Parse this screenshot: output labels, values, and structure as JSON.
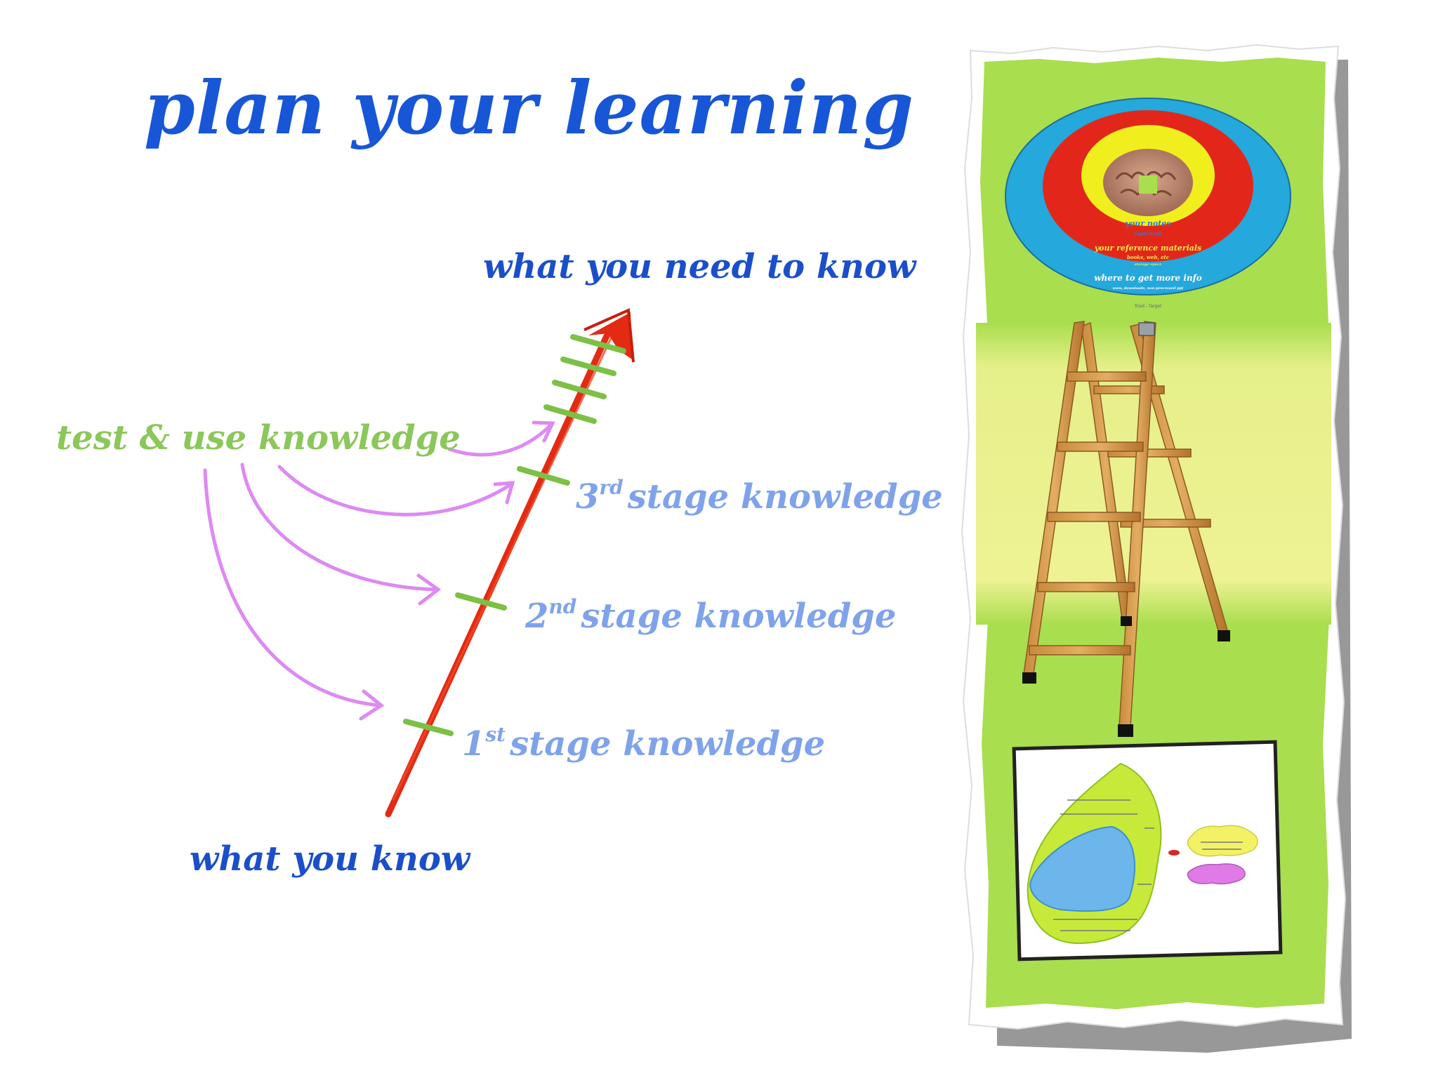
{
  "title": "plan your learning",
  "labels": {
    "goal": "what you need to know",
    "start": "what you know",
    "test": "test & use knowledge",
    "stage1": {
      "num": "1",
      "suffix": "st",
      "text": "stage knowledge"
    },
    "stage2": {
      "num": "2",
      "suffix": "nd",
      "text": "stage knowledge"
    },
    "stage3": {
      "num": "3",
      "suffix": "rd",
      "text": "stage knowledge"
    }
  },
  "target": {
    "ring_yellow_title": "your notes",
    "ring_yellow_sub": "rapid recall",
    "ring_red_title": "your reference materials",
    "ring_red_sub": "books, web, etc",
    "ring_red_sub2": "storage space",
    "ring_blue_title": "where to get more info",
    "ring_blue_sub": "www, downloads, non-processed ppt",
    "caption": "Triad - Target"
  },
  "colors": {
    "title": "#1756d6",
    "label_dark": "#1a4fc9",
    "label_stage": "#7fa3ea",
    "label_green": "#8bc75a",
    "arrow_red": "#e32a12",
    "tick_green": "#7cc046",
    "curve_pink": "#dd8af2",
    "panel_green": "#a9de4e",
    "panel_band": "#eef293"
  }
}
